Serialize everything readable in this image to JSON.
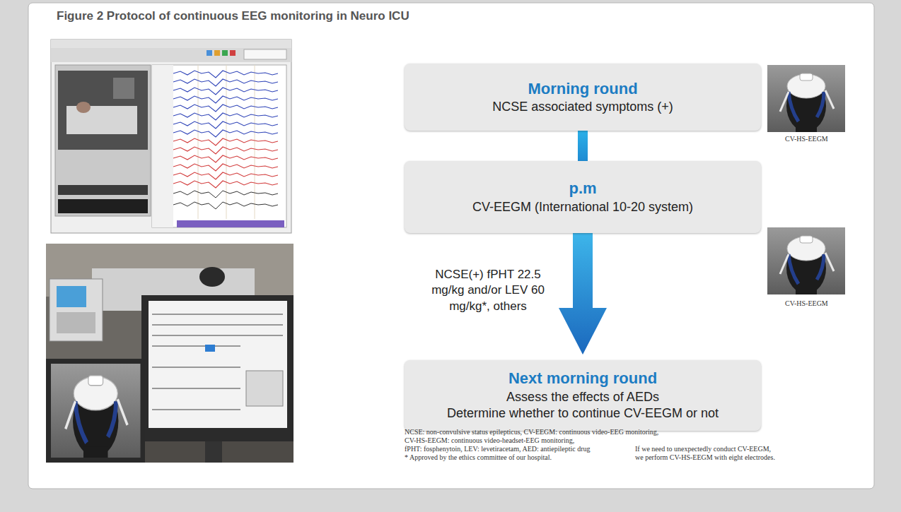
{
  "diagram": {
    "title": "Figure 2  Protocol of continuous EEG monitoring in Neuro ICU",
    "nodes": [
      {
        "text": [
          "Morning round",
          "NCSE associated symptoms (+)"
        ]
      },
      {
        "text": [
          "p.m",
          "CV-EEGM (International 10-20 system)"
        ]
      },
      {
        "text": [
          "Next morning round",
          "Assess the effects of AEDs",
          "Determine whether to continue CV-EEGM or not"
        ]
      }
    ],
    "edges": [
      {
        "from": 0,
        "to": 1,
        "arrow": "none"
      },
      {
        "from": 1,
        "to": 2,
        "arrow": "to",
        "label": "NCSE(+) fPHT 22.5 mg/kg and/or LEV 60 mg/kg*, others"
      }
    ],
    "labels": [
      "CV-HS-EEGM",
      "CV-HS-EEGM",
      "NCSE: non-convulsive status epilepticus, CV-EEGM: continuous video-EEG monitoring,",
      "CV-HS-EEGM: continuous video-headset-EEG monitoring,",
      "fPHT: fosphenytoin, LEV: levetiracetam, AED: antiepileptic drug",
      "* Approved by the ethics committee of our hospital.",
      "If we need to unexpectedly conduct CV-EEGM,",
      "we perform CV-HS-EEGM with eight electrodes."
    ]
  }
}
